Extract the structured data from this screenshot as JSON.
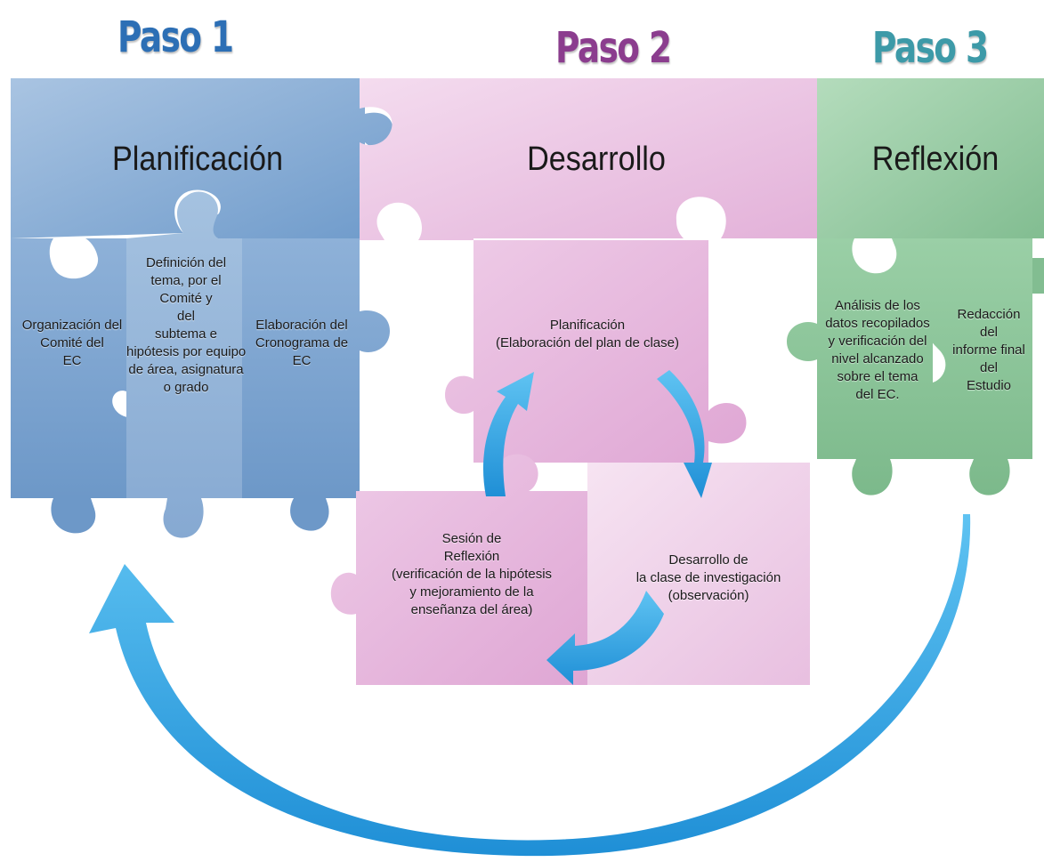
{
  "steps": {
    "step1": "Paso 1",
    "step2": "Paso  2",
    "step3": "Paso  3"
  },
  "step_colors": {
    "step1": "#2d6fb5",
    "step2": "#8b3d8e",
    "step3": "#3d9aa8"
  },
  "phases": {
    "planning": "Planificación",
    "development": "Desarrollo",
    "reflection": "Reflexión"
  },
  "step1_tasks": {
    "organization": [
      "Organización del",
      "Comité del",
      "EC"
    ],
    "topic_definition": [
      "Definición del",
      "tema, por el",
      "Comité y",
      "del",
      "subtema e",
      "hipótesis por equipo",
      "de área, asignatura",
      "o grado"
    ],
    "schedule": [
      "Elaboración del",
      "Cronograma de",
      "EC"
    ]
  },
  "step2_cycle": {
    "planning": [
      "Planificación",
      "(Elaboración del plan de clase)"
    ],
    "class_development": [
      "Desarrollo de",
      "la clase de investigación",
      "(observación)"
    ],
    "reflection_session": [
      "Sesión de",
      "Reflexión",
      "(verificación de la hipótesis",
      "y mejoramiento de la",
      "enseñanza del área)"
    ]
  },
  "step3_tasks": {
    "analysis": [
      "Análisis de los",
      "datos recopilados",
      "y verificación del",
      "nivel alcanzado",
      "sobre el tema",
      "del EC."
    ],
    "final_report": [
      "Redacción",
      "del",
      "informe final",
      "del",
      "Estudio"
    ]
  },
  "colors": {
    "blue": "#7fa6cf",
    "blue_dark": "#5e8cbd",
    "pink": "#e9bfe0",
    "pink_dark": "#d9a0cf",
    "green": "#8cc49a",
    "green_dark": "#6fae80",
    "arrow": "#2f9fe0"
  }
}
